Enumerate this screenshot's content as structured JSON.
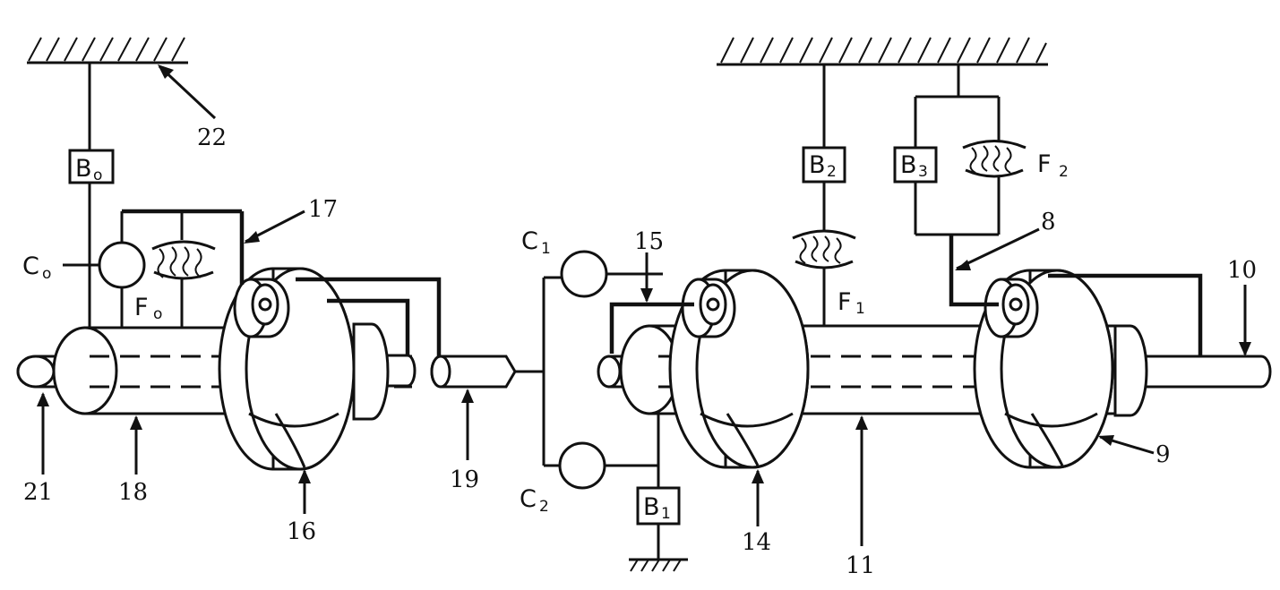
{
  "callouts": {
    "n22": "22",
    "n17": "17",
    "n15": "15",
    "n8": "8",
    "n10": "10",
    "n9": "9",
    "n21": "21",
    "n18": "18",
    "n16": "16",
    "n19": "19",
    "n14": "14",
    "n11": "11"
  },
  "components": {
    "B0": {
      "main": "B",
      "sub": "o"
    },
    "B1": {
      "main": "B",
      "sub": "1"
    },
    "B2": {
      "main": "B",
      "sub": "2"
    },
    "B3": {
      "main": "B",
      "sub": "3"
    },
    "C0": {
      "main": "C",
      "sub": "o"
    },
    "C1": {
      "main": "C",
      "sub": "1"
    },
    "C2": {
      "main": "C",
      "sub": "2"
    },
    "F0": {
      "main": "F",
      "sub": "o"
    },
    "F1": {
      "main": "F",
      "sub": "1"
    },
    "F2": {
      "main": "F",
      "sub": "2"
    }
  },
  "colors": {
    "ink": "#111111",
    "paper": "#ffffff"
  }
}
